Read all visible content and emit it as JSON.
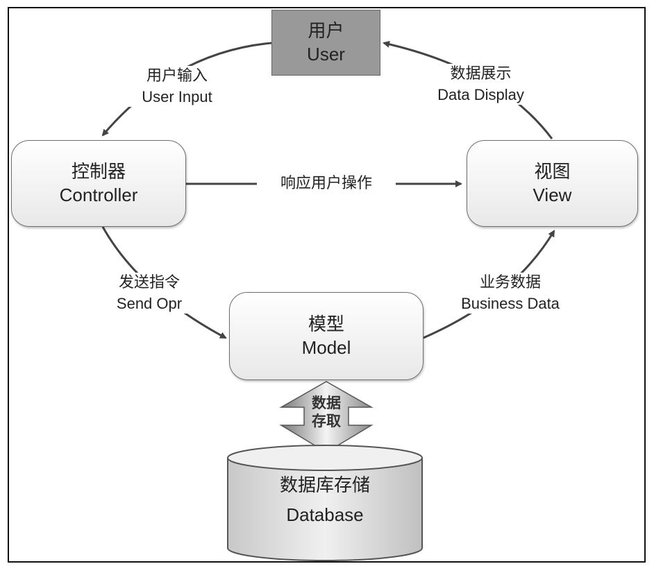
{
  "diagram": {
    "nodes": {
      "user": {
        "cn": "用户",
        "en": "User"
      },
      "controller": {
        "cn": "控制器",
        "en": "Controller"
      },
      "view": {
        "cn": "视图",
        "en": "View"
      },
      "model": {
        "cn": "模型",
        "en": "Model"
      },
      "database": {
        "cn": "数据库存储",
        "en": "Database"
      }
    },
    "edges": {
      "user_input": {
        "cn": "用户输入",
        "en": "User Input"
      },
      "data_display": {
        "cn": "数据展示",
        "en": "Data Display"
      },
      "respond": {
        "cn": "响应用户操作"
      },
      "send_opr": {
        "cn": "发送指令",
        "en": "Send Opr"
      },
      "business_data": {
        "cn": "业务数据",
        "en": "Business Data"
      },
      "data_access": {
        "line1": "数据",
        "line2": "存取"
      }
    },
    "colors": {
      "user_fill": "#999999",
      "box_fill": "#f2f2f2",
      "line": "#444444"
    }
  }
}
